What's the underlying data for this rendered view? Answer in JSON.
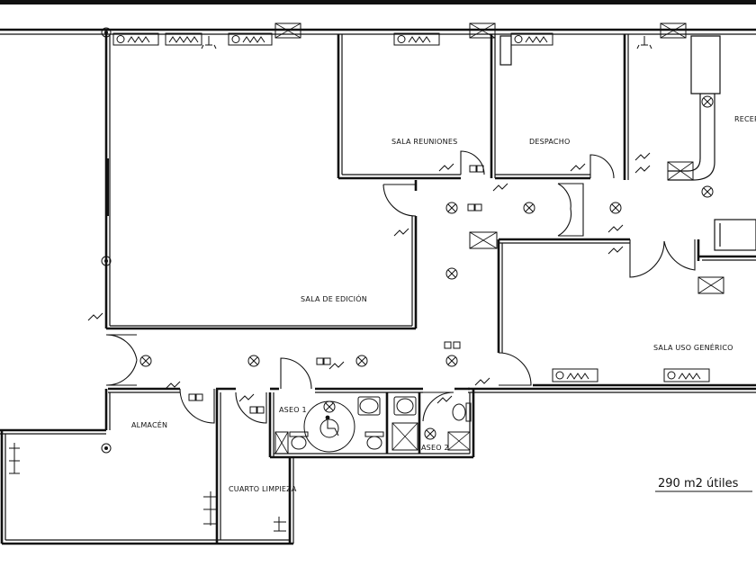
{
  "rooms": {
    "sala_reuniones": "SALA REUNIONES",
    "despacho": "DESPACHO",
    "recepcion": "RECEP",
    "sala_edicion": "SALA DE EDICIÓN",
    "sala_uso_generico": "SALA USO GENÉRICO",
    "almacen": "ALMACÉN",
    "aseo_1": "ASEO 1",
    "aseo_2": "ASEO 2",
    "cuarto_limpieza": "CUARTO LIMPIEZA"
  },
  "area": "290 m2 útiles",
  "icons": [
    "ceiling-light-icon",
    "light-switch-icon",
    "power-outlet-icon",
    "ventilation-grille-icon",
    "radiator-icon",
    "wheelchair-icon",
    "toilet-icon",
    "sink-icon",
    "door-swing-icon"
  ]
}
